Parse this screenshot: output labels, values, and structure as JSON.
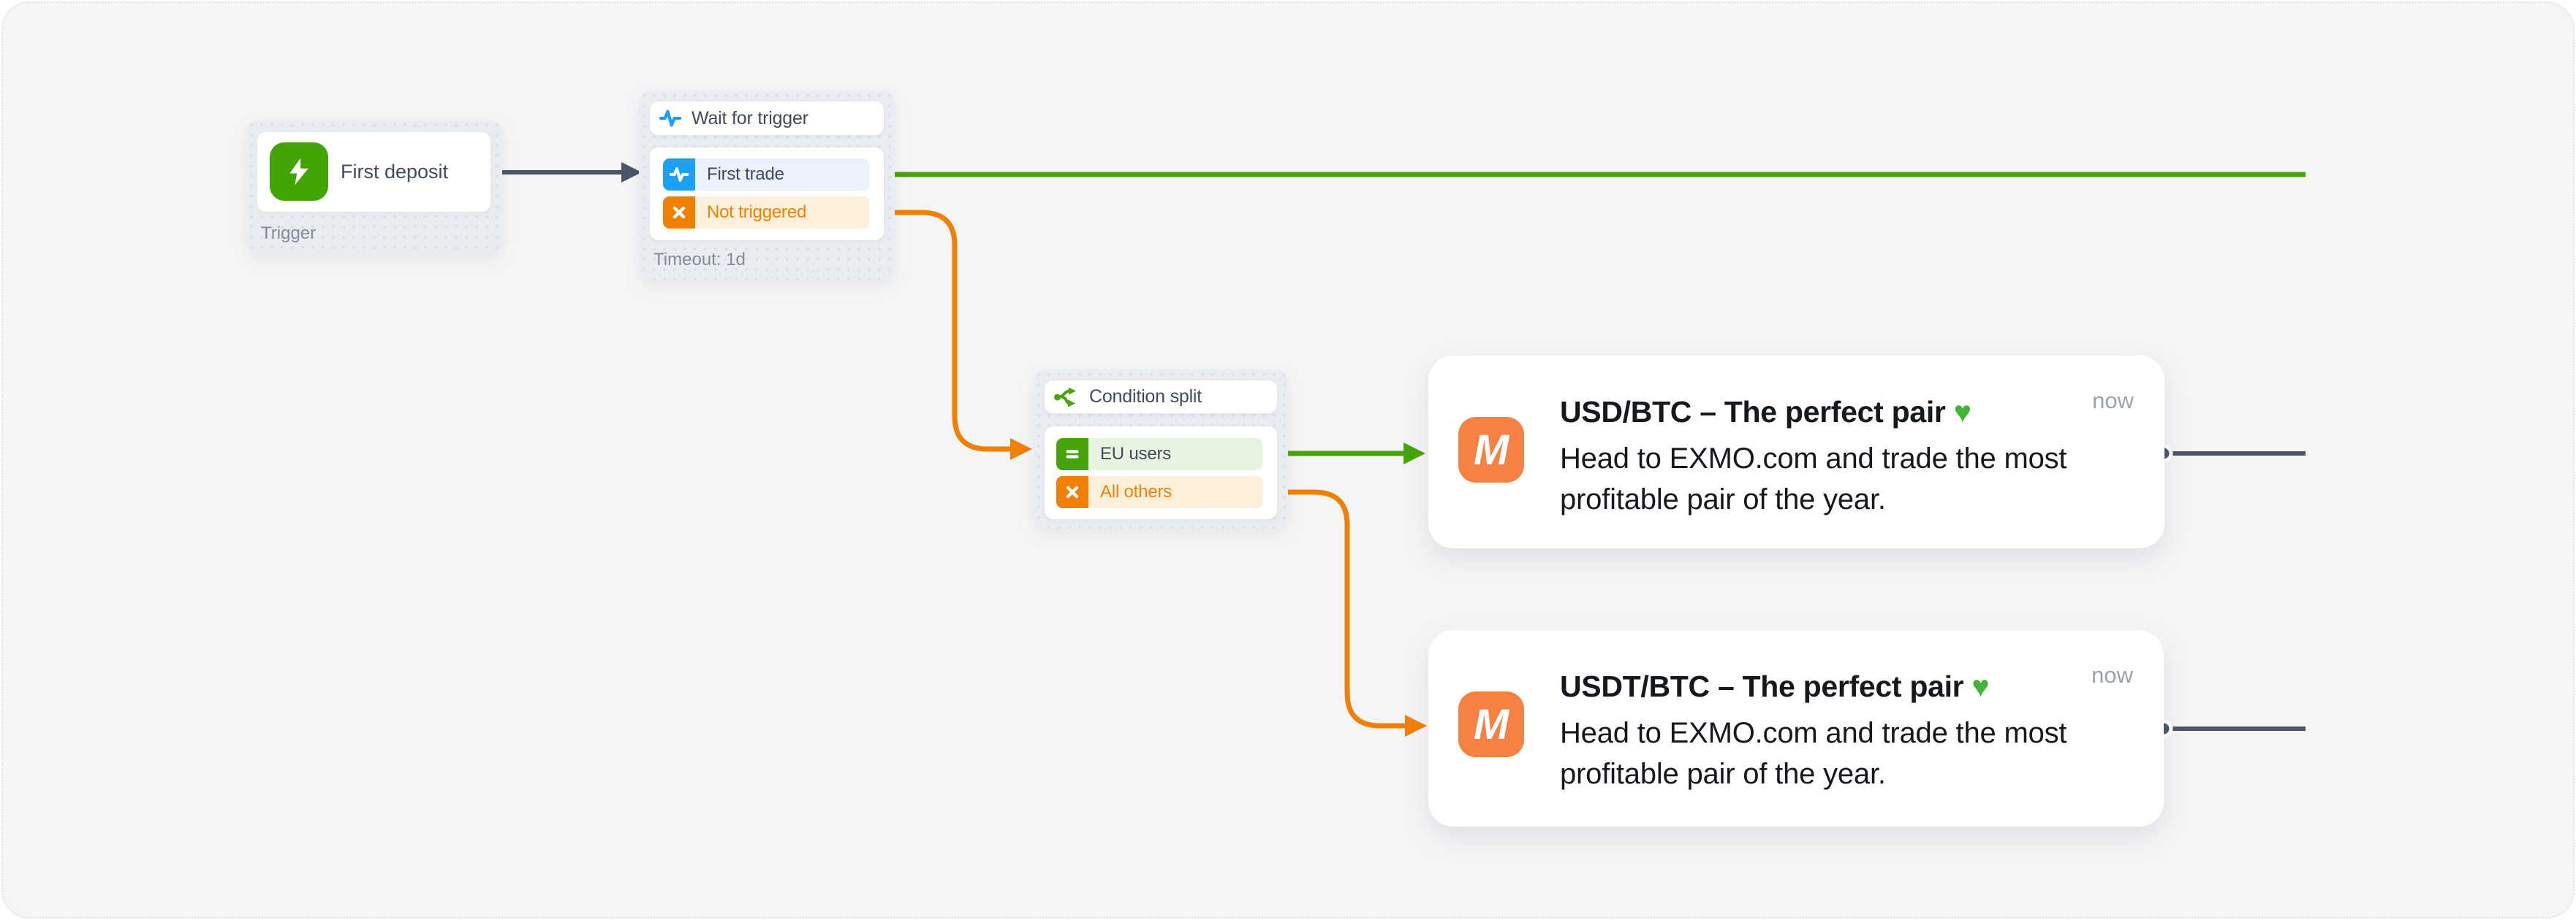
{
  "canvas": {
    "background": "#f5f5f6",
    "node_background": "#e9ecf1"
  },
  "colors": {
    "green": "#47a30a",
    "orange": "#f08004",
    "blue": "#1aa0f4",
    "slate_connector": "#4a5568",
    "text_dark": "#414b5c",
    "text_muted": "#828b99",
    "light_green_row": "#e7f4e0",
    "light_blue_row": "#e9f2fd",
    "cream_row": "#fcf0db",
    "app_icon_orange": "#f58142",
    "trigger_icon_green": "#43a504"
  },
  "trigger_node": {
    "label": "First deposit",
    "category": "Trigger",
    "icon": "lightning-icon"
  },
  "wait_node": {
    "header": "Wait for trigger",
    "header_icon": "pulse-icon",
    "branches": [
      {
        "label": "First trade",
        "icon": "pulse-icon",
        "color": "blue"
      },
      {
        "label": "Not triggered",
        "icon": "x-icon",
        "color": "orange"
      }
    ],
    "footer": "Timeout: 1d"
  },
  "split_node": {
    "header": "Condition split",
    "header_icon": "split-icon",
    "branches": [
      {
        "label": "EU users",
        "icon": "equals-icon",
        "color": "green"
      },
      {
        "label": "All others",
        "icon": "x-icon",
        "color": "orange"
      }
    ]
  },
  "push_cards": [
    {
      "app_glyph": "M",
      "title": "USD/BTC – The perfect pair 💚",
      "body": "Head to EXMO.com and trade the most profitable pair of the year.",
      "timestamp": "now"
    },
    {
      "app_glyph": "M",
      "title": "USDT/BTC – The perfect pair 💚",
      "body": "Head to EXMO.com and trade the most profitable pair of the year.",
      "timestamp": "now"
    }
  ]
}
